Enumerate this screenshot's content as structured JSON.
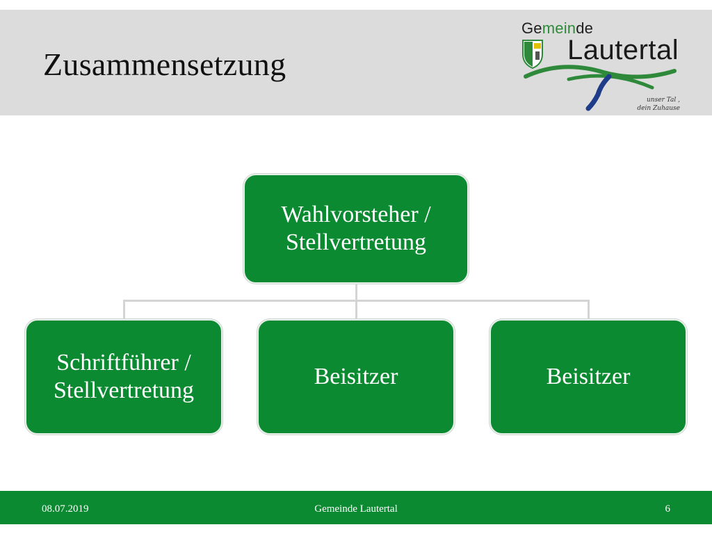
{
  "slide": {
    "title": "Zusammensetzung"
  },
  "logo": {
    "prefix": "Ge",
    "highlight": "mein",
    "suffix": "de",
    "name": "Lautertal",
    "tagline_line1": "unser Tal ,",
    "tagline_line2": "dein Zuhause",
    "colors": {
      "green": "#2e8a3a",
      "river": "#1f3c8a"
    }
  },
  "org_chart": {
    "top": {
      "label": "Wahlvorsteher /\nStellvertretung"
    },
    "children": [
      {
        "label": "Schriftführer /\nStellvertretung"
      },
      {
        "label": "Beisitzer"
      },
      {
        "label": "Beisitzer"
      }
    ],
    "colors": {
      "node_fill": "#0b8a31",
      "connector": "#d4d4d4"
    }
  },
  "footer": {
    "date": "08.07.2019",
    "center": "Gemeinde Lautertal",
    "page": "6"
  }
}
